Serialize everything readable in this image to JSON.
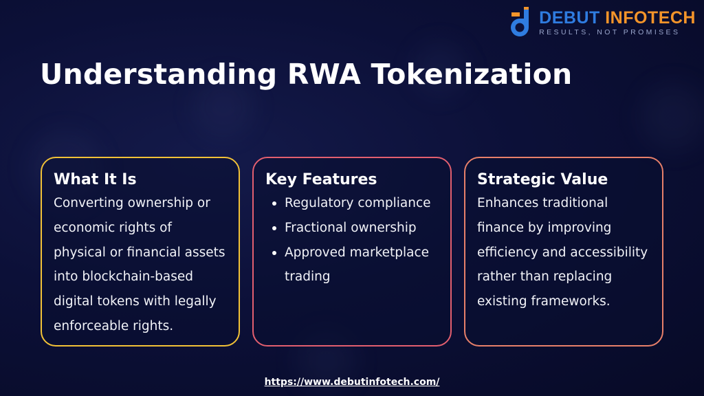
{
  "brand": {
    "name_part1": "DEBUT",
    "name_part2": "INFOTECH",
    "tagline": "RESULTS, NOT PROMISES",
    "colors": {
      "blue": "#2f7ce0",
      "orange": "#f3942a"
    }
  },
  "title": "Understanding RWA Tokenization",
  "cards": [
    {
      "heading": "What It Is",
      "lines": [
        "Converting ownership or",
        "economic rights of",
        "physical or financial assets",
        "into blockchain-based",
        "digital tokens with legally",
        "enforceable rights."
      ],
      "border_color": "#f2c237"
    },
    {
      "heading": "Key Features",
      "bullets": [
        "Regulatory compliance",
        "Fractional ownership",
        {
          "line1": "Approved marketplace",
          "line2": "trading"
        }
      ],
      "border_color": "#e35f6f"
    },
    {
      "heading": "Strategic Value",
      "lines": [
        "Enhances traditional",
        "finance by improving",
        "efficiency and accessibility",
        "rather than replacing",
        "existing frameworks."
      ],
      "border_color": "#e8806a"
    }
  ],
  "footer": {
    "url": "https://www.debutinfotech.com/"
  }
}
